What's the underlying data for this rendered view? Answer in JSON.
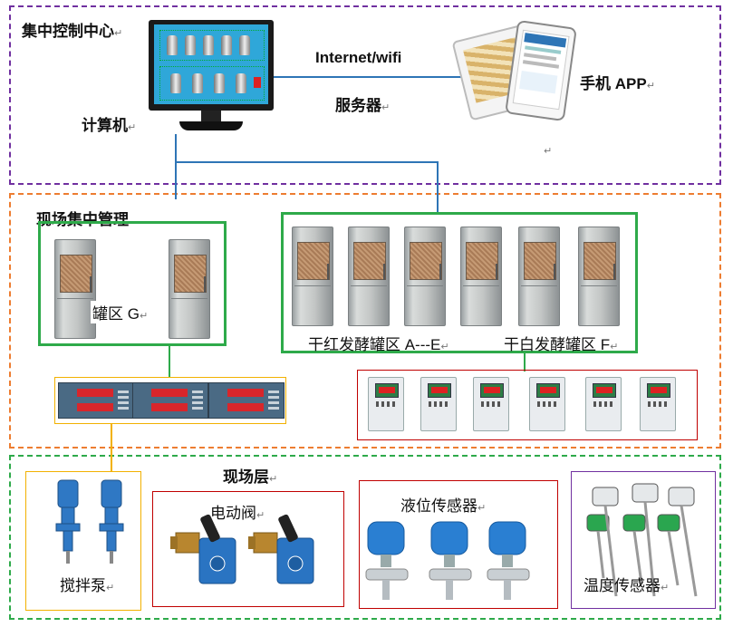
{
  "labels": {
    "central_control": "集中控制中心",
    "computer": "计算机",
    "internet": "Internet/wifi",
    "server": "服务器",
    "mobile_app": "手机 APP",
    "site_management": "现场集中管理",
    "tank_zone_g": "罐区 G",
    "tank_zone_ae": "干红发酵罐区 A---E",
    "tank_zone_f": "干白发酵罐区 F",
    "field_layer": "现场层",
    "stirring_pump": "搅拌泵",
    "electric_valve": "电动阀",
    "level_sensor": "液位传感器",
    "temperature_sensor": "温度传感器",
    "para_mark": "↵"
  },
  "colors": {
    "central_zone": "#7030a0",
    "site_zone": "#ed7d31",
    "field_zone": "#2eaa4a",
    "network_line": "#2e75b6",
    "green_box": "#2eaa4a",
    "yellow_box": "#f2b100",
    "red_box": "#c00000",
    "purple_box": "#7030a0"
  },
  "icons": [
    "monitor-icon",
    "tablet-icon",
    "cabinet-icon",
    "controller-icon",
    "panel-meter-icon",
    "pump-icon",
    "valve-icon",
    "level-transmitter-icon",
    "thermocouple-icon"
  ]
}
